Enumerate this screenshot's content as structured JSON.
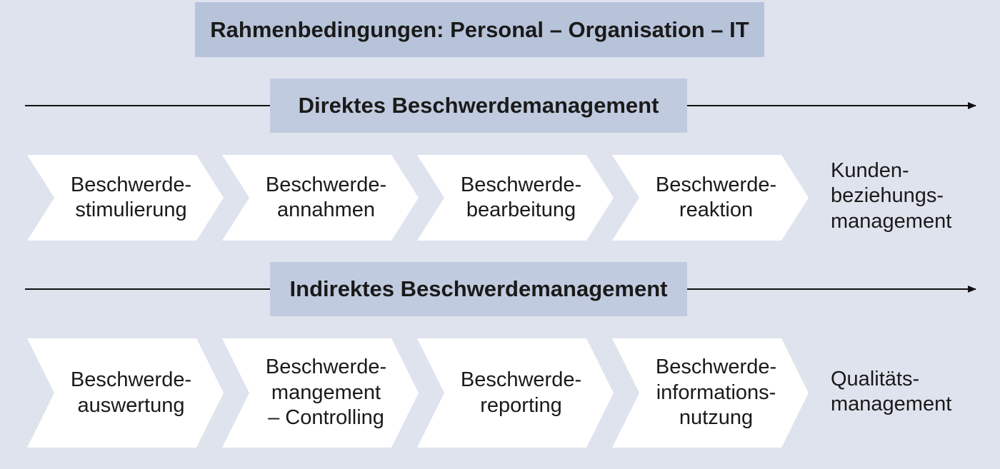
{
  "frame_title": "Rahmenbedingungen: Personal – Organisation – IT",
  "direct": {
    "title": "Direktes Beschwerdemanagement",
    "steps": [
      [
        "Beschwerde-",
        "stimulierung"
      ],
      [
        "Beschwerde-",
        "annahmen"
      ],
      [
        "Beschwerde-",
        "bearbeitung"
      ],
      [
        "Beschwerde-",
        "reaktion"
      ]
    ],
    "result": [
      "Kunden-",
      "beziehungs-",
      "management"
    ]
  },
  "indirect": {
    "title": "Indirektes Beschwerdemanagement",
    "steps": [
      [
        "Beschwerde-",
        "auswertung"
      ],
      [
        "Beschwerde-",
        "mangement",
        "– Controlling"
      ],
      [
        "Beschwerde-",
        "reporting"
      ],
      [
        "Beschwerde-",
        "informations-",
        "nutzung"
      ]
    ],
    "result": [
      "Qualitäts-",
      "management"
    ]
  },
  "colors": {
    "background": "#dfe3ee",
    "header_fill": "#b7c3d9",
    "chevron_fill": "#ffffff",
    "line": "#111111"
  }
}
